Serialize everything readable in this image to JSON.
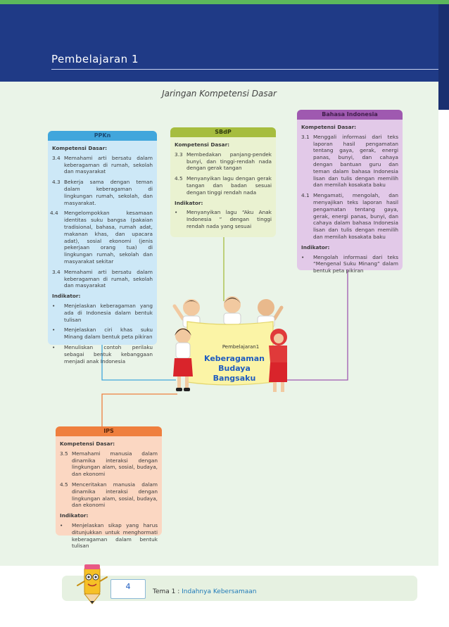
{
  "header": {
    "lesson_title": "Pembelajaran 1"
  },
  "main_title": "Jaringan Kompetensi Dasar",
  "ppkn": {
    "title": "PPKn",
    "kd_title": "Kompetensi Dasar:",
    "kd": [
      {
        "num": "3.4",
        "text": "Memahami arti bersatu dalam keberagaman di rumah, sekolah dan masyarakat"
      },
      {
        "num": "4.3",
        "text": "Bekerja sama dengan teman dalam keberagaman di lingkungan rumah, sekolah, dan masyarakat."
      },
      {
        "num": "4.4",
        "text": "Mengelompokkan kesamaan identitas suku bangsa (pakaian tradisional, bahasa, rumah adat, makanan khas, dan upacara adat), sosial ekonomi (jenis pekerjaan orang tua) di lingkungan rumah, sekolah dan masyarakat sekitar"
      },
      {
        "num": "3.4",
        "text": "Memahami arti bersatu dalam keberagaman di rumah, sekolah dan masyarakat"
      }
    ],
    "ind_title": "Indikator:",
    "ind": [
      {
        "bullet": "•",
        "text": "Menjelaskan keberagaman yang ada di Indonesia dalam bentuk tulisan"
      },
      {
        "bullet": "•",
        "text": "Menjelaskan ciri khas suku Minang dalam bentuk peta pikiran"
      },
      {
        "bullet": "•",
        "text": "Menuliskan contoh perilaku sebagai bentuk kebanggaan menjadi anak Indonesia"
      }
    ]
  },
  "sbdp": {
    "title": "SBdP",
    "kd_title": "Kompetensi Dasar:",
    "kd": [
      {
        "num": "3.3",
        "text": "Membedakan panjang-pendek bunyi, dan tinggi-rendah nada dengan gerak tangan"
      },
      {
        "num": "4.5",
        "text": "Menyanyikan lagu dengan gerak tangan dan badan sesuai dengan tinggi rendah nada"
      }
    ],
    "ind_title": "Indikator:",
    "ind": [
      {
        "bullet": "•",
        "text": "Menyanyikan lagu “Aku Anak Indonesia ” dengan tinggi rendah nada yang sesuai"
      }
    ]
  },
  "bind": {
    "title": "Bahasa Indonesia",
    "kd_title": "Kompetensi Dasar:",
    "kd": [
      {
        "num": "3.1",
        "text": "Menggali informasi dari teks laporan hasil pengamatan tentang gaya, gerak, energi panas, bunyi, dan cahaya dengan bantuan guru dan teman dalam bahasa Indonesia lisan dan tulis dengan memilih dan memilah kosakata baku"
      },
      {
        "num": "4.1",
        "text": "Mengamati, mengolah, dan menyajikan teks laporan hasil pengamatan tentang gaya, gerak, energi panas, bunyi, dan cahaya dalam bahasa Indonesia lisan dan tulis dengan memilih dan memilah kosakata baku"
      }
    ],
    "ind_title": "Indikator:",
    "ind": [
      {
        "bullet": "•",
        "text": "Mengolah informasi dari teks “Mengenal Suku Minang” dalam bentuk peta pikiran"
      }
    ]
  },
  "ips": {
    "title": "IPS",
    "kd_title": "Kompetensi Dasar:",
    "kd": [
      {
        "num": "3.5",
        "text": "Memahami manusia dalam dinamika interaksi dengan lingkungan alam, sosial, budaya, dan ekonomi"
      },
      {
        "num": "4.5",
        "text": "Menceritakan manusia dalam dinamika interaksi dengan lingkungan alam, sosial, budaya, dan ekonomi"
      }
    ],
    "ind_title": "Indikator:",
    "ind": [
      {
        "bullet": "•",
        "text": "Menjelaskan sikap yang harus ditunjukkan untuk menghormati keberagaman dalam bentuk tulisan"
      }
    ]
  },
  "center": {
    "label": "Pembelajaran1",
    "title_lines": [
      "Keberagaman",
      "Budaya",
      "Bangsaku"
    ]
  },
  "footer": {
    "page_number": "4",
    "theme_prefix": "Tema 1 : ",
    "theme_name": "Indahnya Kebersamaan"
  },
  "colors": {
    "header_blue": "#1f3a86",
    "ppkn": "#41a6dc",
    "sbdp": "#a6bd3f",
    "bind": "#9f59b0",
    "ips": "#ef7f3e",
    "accent_blue_text": "#1f5cc0"
  }
}
